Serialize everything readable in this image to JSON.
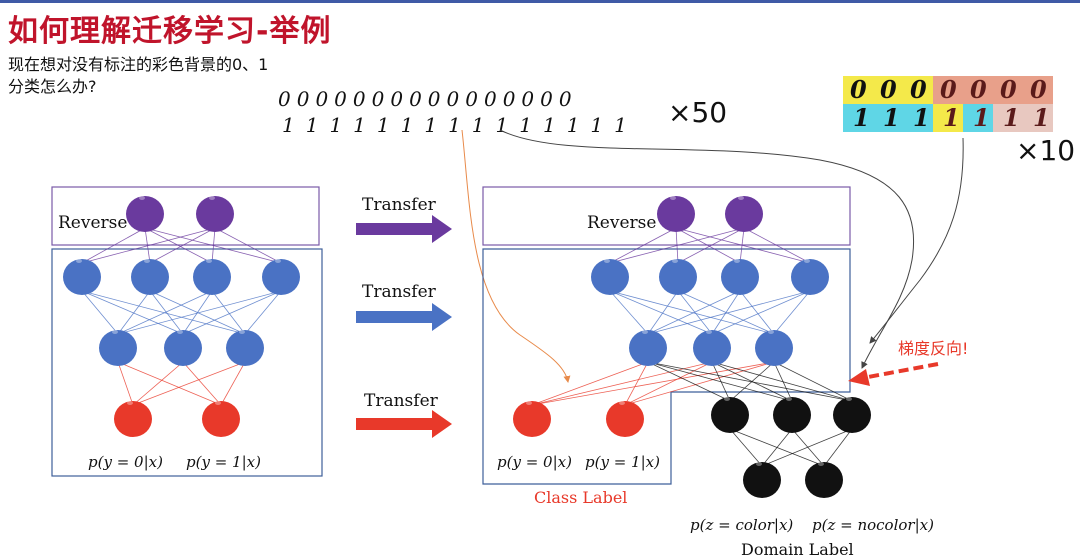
{
  "title": "如何理解迁移学习-举例",
  "question": {
    "line1": "现在想对没有标注的彩色背景的0、1",
    "line2": "分类怎么办?"
  },
  "digits": {
    "mnist_count": "×50",
    "color_count": "×10",
    "mnist_row_top": "0000000000000000",
    "mnist_row_bottom": "111111111111111",
    "color_row_top": "0000000",
    "color_row_bottom": "1111111",
    "color_backgrounds_top": [
      "#f4e94a",
      "#f4e94a",
      "#f4e94a",
      "#e8a08a",
      "#e8a08a",
      "#e8a08a",
      "#e8a08a"
    ],
    "color_backgrounds_bottom": [
      "#5fd6e6",
      "#5fd6e6",
      "#5fd6e6",
      "#f4e94a",
      "#5fd6e6",
      "#e8c8c0",
      "#e8c8c0"
    ]
  },
  "labels": {
    "reverse_left": "Reverse",
    "reverse_right": "Reverse",
    "transfer_1": "Transfer",
    "transfer_2": "Transfer",
    "transfer_3": "Transfer",
    "left_out_0": "p(y = 0|x)",
    "left_out_1": "p(y = 1|x)",
    "right_out_0": "p(y = 0|x)",
    "right_out_1": "p(y = 1|x)",
    "class_label": "Class Label",
    "domain_out_0": "p(z = color|x)",
    "domain_out_1": "p(z = nocolor|x)",
    "domain_label": "Domain Label",
    "gradient_reverse": "梯度反向!"
  },
  "colors": {
    "title": "#c0142b",
    "purple": "#6a3a9e",
    "blue": "#4a72c4",
    "red": "#e8392a",
    "black": "#111111",
    "box_border": "#7a5aa8",
    "network_border": "#3e5f9a",
    "transfer_purple": "#6a3a9e",
    "transfer_blue": "#4a72c4",
    "transfer_red": "#e8392a",
    "annotation_red": "#e8392a",
    "class_label": "#e8392a"
  }
}
